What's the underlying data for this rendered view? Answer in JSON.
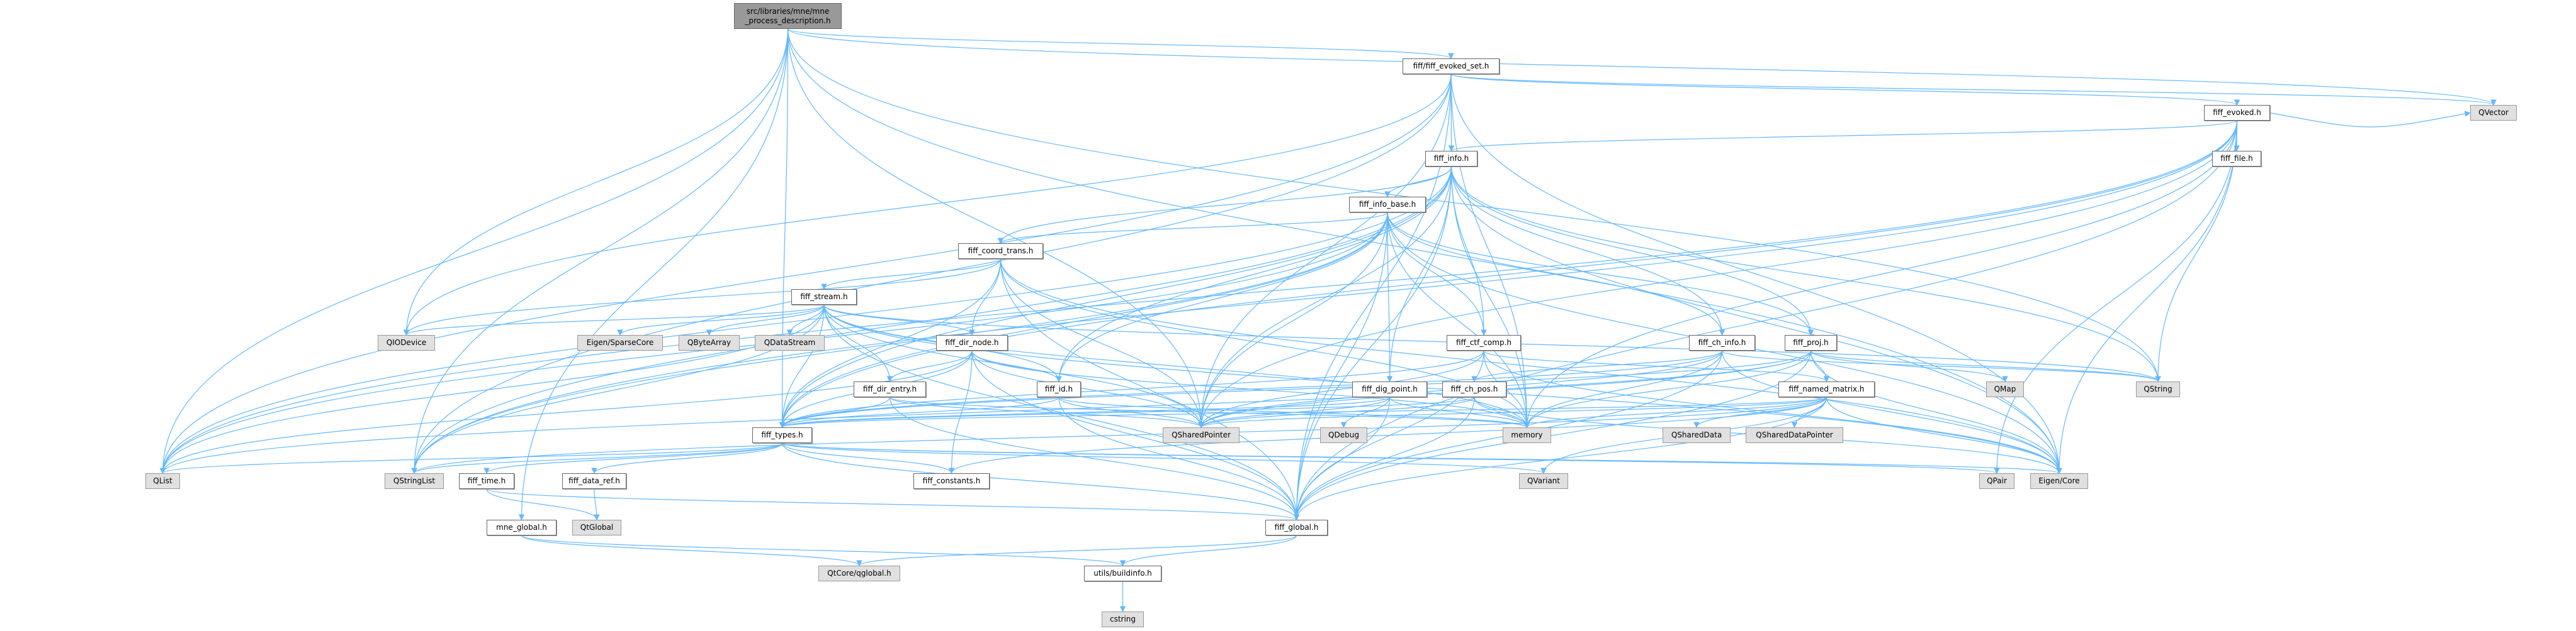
{
  "colors": {
    "edge": "#63b8ff",
    "root_fill": "#999999",
    "internal_fill": "#ffffff",
    "external_fill": "#e0e0e0",
    "border": "#666666"
  },
  "nodes": [
    {
      "id": "root",
      "label": "src/libraries/mne/mne\n_process_description.h",
      "kind": "root"
    },
    {
      "id": "evoked_set",
      "label": "fiff/fiff_evoked_set.h",
      "kind": "internal"
    },
    {
      "id": "evoked",
      "label": "fiff_evoked.h",
      "kind": "internal"
    },
    {
      "id": "qvector",
      "label": "QVector",
      "kind": "external"
    },
    {
      "id": "info",
      "label": "fiff_info.h",
      "kind": "internal"
    },
    {
      "id": "file",
      "label": "fiff_file.h",
      "kind": "internal"
    },
    {
      "id": "info_base",
      "label": "fiff_info_base.h",
      "kind": "internal"
    },
    {
      "id": "coord_trans",
      "label": "fiff_coord_trans.h",
      "kind": "internal"
    },
    {
      "id": "stream",
      "label": "fiff_stream.h",
      "kind": "internal"
    },
    {
      "id": "qiodevice",
      "label": "QIODevice",
      "kind": "external"
    },
    {
      "id": "sparsecore",
      "label": "Eigen/SparseCore",
      "kind": "external"
    },
    {
      "id": "qbytearray",
      "label": "QByteArray",
      "kind": "external"
    },
    {
      "id": "qdatastream",
      "label": "QDataStream",
      "kind": "external"
    },
    {
      "id": "dir_node",
      "label": "fiff_dir_node.h",
      "kind": "internal"
    },
    {
      "id": "ctf_comp",
      "label": "fiff_ctf_comp.h",
      "kind": "internal"
    },
    {
      "id": "ch_info",
      "label": "fiff_ch_info.h",
      "kind": "internal"
    },
    {
      "id": "proj",
      "label": "fiff_proj.h",
      "kind": "internal"
    },
    {
      "id": "dir_entry",
      "label": "fiff_dir_entry.h",
      "kind": "internal"
    },
    {
      "id": "id",
      "label": "fiff_id.h",
      "kind": "internal"
    },
    {
      "id": "dig_point",
      "label": "fiff_dig_point.h",
      "kind": "internal"
    },
    {
      "id": "ch_pos",
      "label": "fiff_ch_pos.h",
      "kind": "internal"
    },
    {
      "id": "named_matrix",
      "label": "fiff_named_matrix.h",
      "kind": "internal"
    },
    {
      "id": "qmap",
      "label": "QMap",
      "kind": "external"
    },
    {
      "id": "qstring",
      "label": "QString",
      "kind": "external"
    },
    {
      "id": "types",
      "label": "fiff_types.h",
      "kind": "internal"
    },
    {
      "id": "qsharedpointer",
      "label": "QSharedPointer",
      "kind": "external"
    },
    {
      "id": "qdebug",
      "label": "QDebug",
      "kind": "external"
    },
    {
      "id": "memory",
      "label": "memory",
      "kind": "external"
    },
    {
      "id": "qshareddata",
      "label": "QSharedData",
      "kind": "external"
    },
    {
      "id": "qshareddatapointer",
      "label": "QSharedDataPointer",
      "kind": "external"
    },
    {
      "id": "qlist",
      "label": "QList",
      "kind": "external"
    },
    {
      "id": "qstringlist",
      "label": "QStringList",
      "kind": "external"
    },
    {
      "id": "time",
      "label": "fiff_time.h",
      "kind": "internal"
    },
    {
      "id": "data_ref",
      "label": "fiff_data_ref.h",
      "kind": "internal"
    },
    {
      "id": "constants",
      "label": "fiff_constants.h",
      "kind": "internal"
    },
    {
      "id": "qvariant",
      "label": "QVariant",
      "kind": "external"
    },
    {
      "id": "qpair",
      "label": "QPair",
      "kind": "external"
    },
    {
      "id": "eigencore",
      "label": "Eigen/Core",
      "kind": "external"
    },
    {
      "id": "mne_global",
      "label": "mne_global.h",
      "kind": "internal"
    },
    {
      "id": "qtglobal",
      "label": "QtGlobal",
      "kind": "external"
    },
    {
      "id": "global",
      "label": "fiff_global.h",
      "kind": "internal"
    },
    {
      "id": "qglobal",
      "label": "QtCore/qglobal.h",
      "kind": "external"
    },
    {
      "id": "buildinfo",
      "label": "utils/buildinfo.h",
      "kind": "internal"
    },
    {
      "id": "cstring",
      "label": "cstring",
      "kind": "external"
    }
  ],
  "edges": [
    [
      "root",
      "evoked_set"
    ],
    [
      "root",
      "qvector"
    ],
    [
      "root",
      "qstring"
    ],
    [
      "root",
      "mne_global"
    ],
    [
      "root",
      "qlist"
    ],
    [
      "root",
      "qstringlist"
    ],
    [
      "root",
      "qsharedpointer"
    ],
    [
      "root",
      "qiodevice"
    ],
    [
      "root",
      "eigencore"
    ],
    [
      "root",
      "types"
    ],
    [
      "evoked_set",
      "evoked"
    ],
    [
      "evoked_set",
      "info"
    ],
    [
      "evoked_set",
      "qlist"
    ],
    [
      "evoked_set",
      "qstringlist"
    ],
    [
      "evoked_set",
      "qsharedpointer"
    ],
    [
      "evoked_set",
      "qvector"
    ],
    [
      "evoked_set",
      "eigencore"
    ],
    [
      "evoked_set",
      "memory"
    ],
    [
      "evoked_set",
      "global"
    ],
    [
      "evoked_set",
      "qiodevice"
    ],
    [
      "evoked",
      "info"
    ],
    [
      "evoked",
      "file"
    ],
    [
      "evoked",
      "types"
    ],
    [
      "evoked",
      "qsharedpointer"
    ],
    [
      "evoked",
      "qstring"
    ],
    [
      "evoked",
      "qpair"
    ],
    [
      "evoked",
      "eigencore"
    ],
    [
      "evoked",
      "global"
    ],
    [
      "evoked",
      "memory"
    ],
    [
      "evoked",
      "qlist"
    ],
    [
      "evoked",
      "qstringlist"
    ],
    [
      "evoked",
      "qvector"
    ],
    [
      "info",
      "info_base"
    ],
    [
      "info",
      "types"
    ],
    [
      "info",
      "proj"
    ],
    [
      "info",
      "ctf_comp"
    ],
    [
      "info",
      "ch_info"
    ],
    [
      "info",
      "coord_trans"
    ],
    [
      "info",
      "dig_point"
    ],
    [
      "info",
      "global"
    ],
    [
      "info",
      "qlist"
    ],
    [
      "info",
      "qstringlist"
    ],
    [
      "info",
      "qsharedpointer"
    ],
    [
      "info",
      "qstring"
    ],
    [
      "info",
      "eigencore"
    ],
    [
      "info",
      "memory"
    ],
    [
      "info",
      "id"
    ],
    [
      "info_base",
      "coord_trans"
    ],
    [
      "info_base",
      "ch_info"
    ],
    [
      "info_base",
      "id"
    ],
    [
      "info_base",
      "types"
    ],
    [
      "info_base",
      "global"
    ],
    [
      "info_base",
      "ctf_comp"
    ],
    [
      "info_base",
      "proj"
    ],
    [
      "info_base",
      "qlist"
    ],
    [
      "info_base",
      "qstringlist"
    ],
    [
      "info_base",
      "qsharedpointer"
    ],
    [
      "info_base",
      "eigencore"
    ],
    [
      "info_base",
      "memory"
    ],
    [
      "info_base",
      "dig_point"
    ],
    [
      "coord_trans",
      "stream"
    ],
    [
      "coord_trans",
      "types"
    ],
    [
      "coord_trans",
      "global"
    ],
    [
      "coord_trans",
      "qiodevice"
    ],
    [
      "coord_trans",
      "qsharedpointer"
    ],
    [
      "coord_trans",
      "eigencore"
    ],
    [
      "coord_trans",
      "memory"
    ],
    [
      "coord_trans",
      "dir_node"
    ],
    [
      "stream",
      "dir_node"
    ],
    [
      "stream",
      "dir_entry"
    ],
    [
      "stream",
      "id"
    ],
    [
      "stream",
      "types"
    ],
    [
      "stream",
      "global"
    ],
    [
      "stream",
      "qbytearray"
    ],
    [
      "stream",
      "qdatastream"
    ],
    [
      "stream",
      "qiodevice"
    ],
    [
      "stream",
      "sparsecore"
    ],
    [
      "stream",
      "eigencore"
    ],
    [
      "stream",
      "qlist"
    ],
    [
      "stream",
      "qstringlist"
    ],
    [
      "stream",
      "qsharedpointer"
    ],
    [
      "stream",
      "qstring"
    ],
    [
      "stream",
      "memory"
    ],
    [
      "dir_node",
      "dir_entry"
    ],
    [
      "dir_node",
      "id"
    ],
    [
      "dir_node",
      "types"
    ],
    [
      "dir_node",
      "constants"
    ],
    [
      "dir_node",
      "global"
    ],
    [
      "dir_node",
      "qlist"
    ],
    [
      "dir_node",
      "qsharedpointer"
    ],
    [
      "dir_node",
      "memory"
    ],
    [
      "dir_entry",
      "types"
    ],
    [
      "dir_entry",
      "global"
    ],
    [
      "dir_entry",
      "qsharedpointer"
    ],
    [
      "dir_entry",
      "memory"
    ],
    [
      "id",
      "types"
    ],
    [
      "id",
      "global"
    ],
    [
      "id",
      "qsharedpointer"
    ],
    [
      "id",
      "memory"
    ],
    [
      "types",
      "constants"
    ],
    [
      "types",
      "time"
    ],
    [
      "types",
      "data_ref"
    ],
    [
      "types",
      "global"
    ],
    [
      "types",
      "qlist"
    ],
    [
      "types",
      "qstringlist"
    ],
    [
      "types",
      "qpair"
    ],
    [
      "types",
      "eigencore"
    ],
    [
      "types",
      "qvariant"
    ],
    [
      "time",
      "qtglobal"
    ],
    [
      "time",
      "global"
    ],
    [
      "data_ref",
      "qtglobal"
    ],
    [
      "ctf_comp",
      "named_matrix"
    ],
    [
      "ctf_comp",
      "types"
    ],
    [
      "ctf_comp",
      "global"
    ],
    [
      "ctf_comp",
      "qsharedpointer"
    ],
    [
      "ctf_comp",
      "eigencore"
    ],
    [
      "ctf_comp",
      "memory"
    ],
    [
      "ch_info",
      "ch_pos"
    ],
    [
      "ch_info",
      "types"
    ],
    [
      "ch_info",
      "global"
    ],
    [
      "ch_info",
      "qsharedpointer"
    ],
    [
      "ch_info",
      "qstring"
    ],
    [
      "ch_info",
      "eigencore"
    ],
    [
      "ch_info",
      "memory"
    ],
    [
      "proj",
      "named_matrix"
    ],
    [
      "proj",
      "types"
    ],
    [
      "proj",
      "global"
    ],
    [
      "proj",
      "qlist"
    ],
    [
      "proj",
      "qstring"
    ],
    [
      "proj",
      "qmap"
    ],
    [
      "proj",
      "eigencore"
    ],
    [
      "proj",
      "memory"
    ],
    [
      "proj",
      "qsharedpointer"
    ],
    [
      "named_matrix",
      "types"
    ],
    [
      "named_matrix",
      "global"
    ],
    [
      "named_matrix",
      "constants"
    ],
    [
      "named_matrix",
      "qshareddata"
    ],
    [
      "named_matrix",
      "qshareddatapointer"
    ],
    [
      "named_matrix",
      "qstringlist"
    ],
    [
      "named_matrix",
      "qsharedpointer"
    ],
    [
      "named_matrix",
      "memory"
    ],
    [
      "named_matrix",
      "eigencore"
    ],
    [
      "named_matrix",
      "qvariant"
    ],
    [
      "dig_point",
      "types"
    ],
    [
      "dig_point",
      "global"
    ],
    [
      "dig_point",
      "qdebug"
    ],
    [
      "dig_point",
      "qsharedpointer"
    ],
    [
      "dig_point",
      "memory"
    ],
    [
      "ch_pos",
      "types"
    ],
    [
      "ch_pos",
      "global"
    ],
    [
      "ch_pos",
      "eigencore"
    ],
    [
      "ch_pos",
      "memory"
    ],
    [
      "ch_pos",
      "qsharedpointer"
    ],
    [
      "global",
      "qglobal"
    ],
    [
      "global",
      "buildinfo"
    ],
    [
      "mne_global",
      "qglobal"
    ],
    [
      "mne_global",
      "buildinfo"
    ],
    [
      "buildinfo",
      "cstring"
    ]
  ]
}
